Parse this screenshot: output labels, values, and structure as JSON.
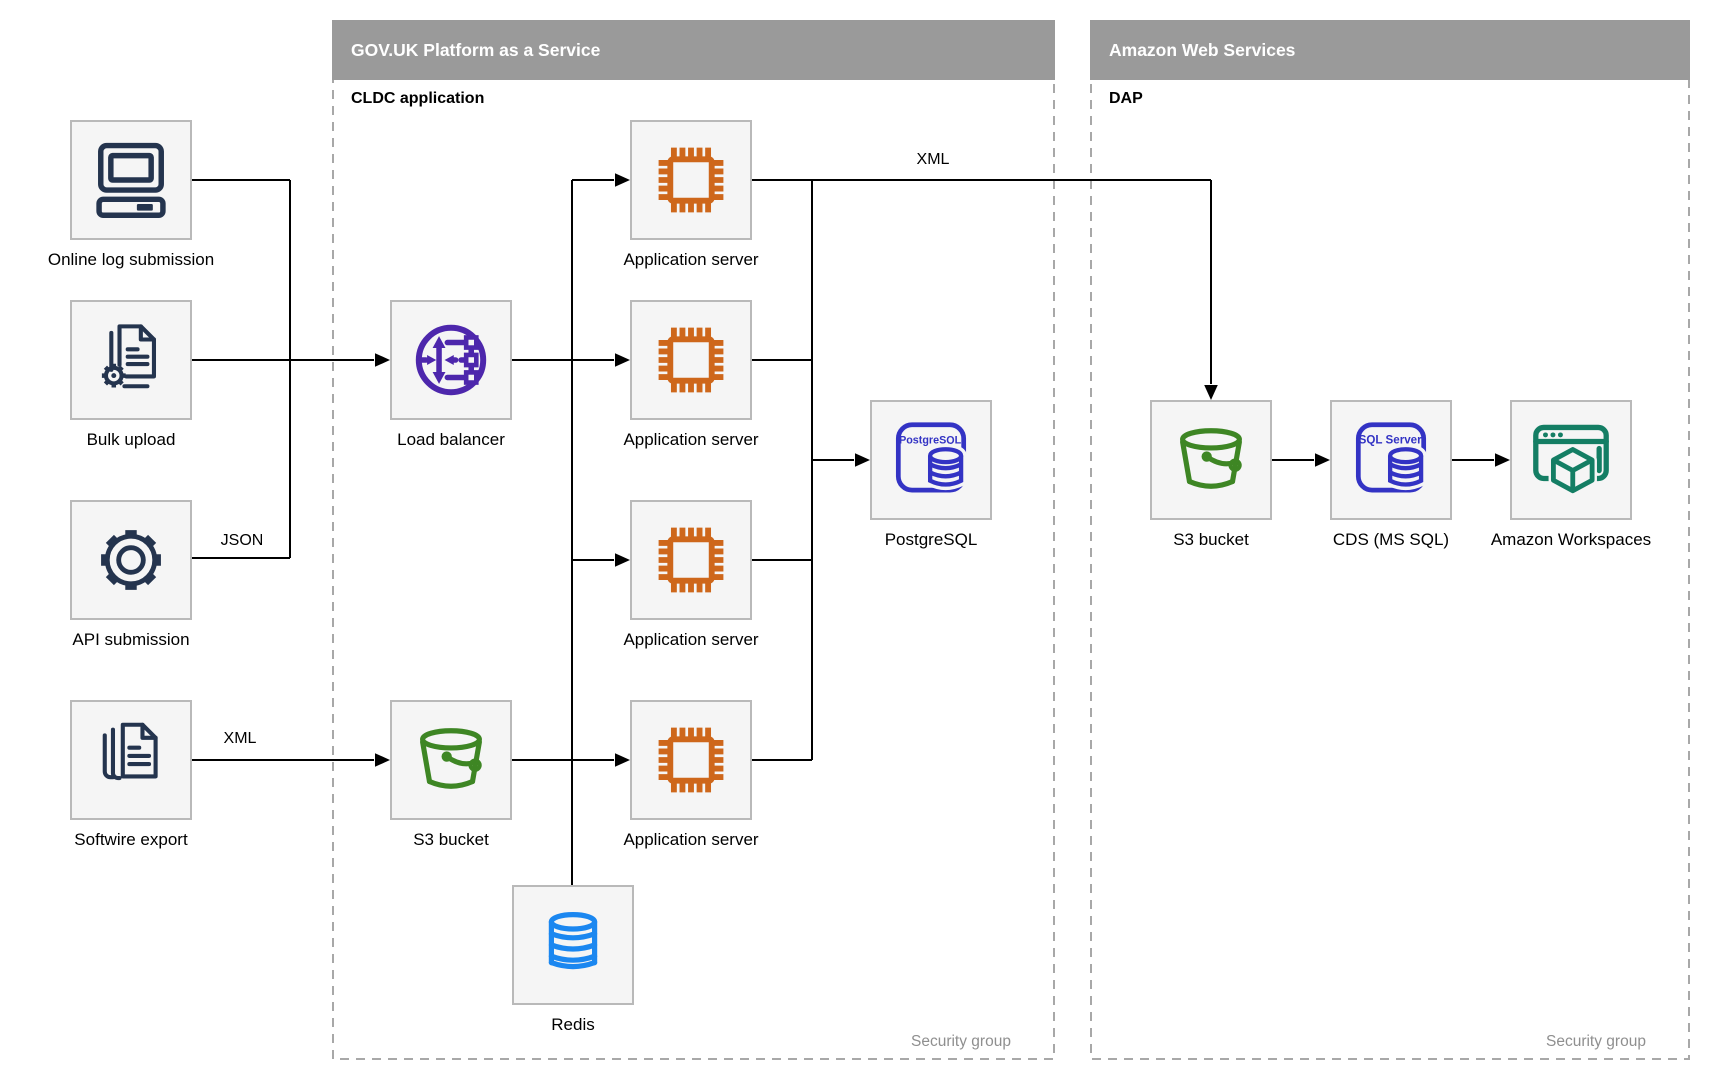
{
  "containers": {
    "paas": {
      "title": "GOV.UK Platform as a Service",
      "sublabel": "CLDC application",
      "footer": "Security group"
    },
    "aws": {
      "title": "Amazon Web Services",
      "sublabel": "DAP",
      "footer": "Security group"
    }
  },
  "nodes": {
    "online_log": {
      "label": "Online log submission",
      "icon": "computer-icon"
    },
    "bulk_upload": {
      "label": "Bulk upload",
      "icon": "document-gear-icon"
    },
    "api_submission": {
      "label": "API submission",
      "icon": "gear-icon"
    },
    "softwire_export": {
      "label": "Softwire export",
      "icon": "documents-stack-icon"
    },
    "load_balancer": {
      "label": "Load balancer",
      "icon": "load-balancer-icon"
    },
    "app_server_1": {
      "label": "Application server",
      "icon": "chip-icon"
    },
    "app_server_2": {
      "label": "Application server",
      "icon": "chip-icon"
    },
    "app_server_3": {
      "label": "Application server",
      "icon": "chip-icon"
    },
    "app_server_4": {
      "label": "Application server",
      "icon": "chip-icon"
    },
    "postgresql": {
      "label": "PostgreSQL",
      "icon": "postgresql-icon",
      "icon_text": "PostgreSQL"
    },
    "s3_paas": {
      "label": "S3 bucket",
      "icon": "bucket-icon"
    },
    "redis": {
      "label": "Redis",
      "icon": "database-icon"
    },
    "s3_aws": {
      "label": "S3 bucket",
      "icon": "bucket-icon"
    },
    "cds": {
      "label": "CDS (MS SQL)",
      "icon": "sql-server-icon",
      "icon_text": "SQL Server"
    },
    "workspaces": {
      "label": "Amazon Workspaces",
      "icon": "workspaces-icon"
    }
  },
  "edge_labels": {
    "json": "JSON",
    "xml_softwire": "XML",
    "xml_aws": "XML"
  },
  "edges": [
    {
      "from": "Online log submission",
      "to": "Load balancer",
      "label": ""
    },
    {
      "from": "Bulk upload",
      "to": "Load balancer",
      "label": ""
    },
    {
      "from": "API submission",
      "to": "Load balancer",
      "label": "JSON"
    },
    {
      "from": "Softwire export",
      "to": "S3 bucket (PaaS)",
      "label": "XML"
    },
    {
      "from": "Load balancer",
      "to": "Application server 1",
      "label": ""
    },
    {
      "from": "Load balancer",
      "to": "Application server 2",
      "label": ""
    },
    {
      "from": "Load balancer",
      "to": "Application server 3",
      "label": ""
    },
    {
      "from": "Load balancer",
      "to": "Application server 4",
      "label": ""
    },
    {
      "from": "S3 bucket (PaaS)",
      "to": "Application server 4",
      "label": ""
    },
    {
      "from": "Load balancer",
      "to": "Redis",
      "label": ""
    },
    {
      "from": "Application server 1",
      "to": "PostgreSQL",
      "label": ""
    },
    {
      "from": "Application server 2",
      "to": "PostgreSQL",
      "label": ""
    },
    {
      "from": "Application server 3",
      "to": "PostgreSQL",
      "label": ""
    },
    {
      "from": "Application server 4",
      "to": "PostgreSQL",
      "label": ""
    },
    {
      "from": "Application server 1",
      "to": "S3 bucket (AWS)",
      "label": "XML"
    },
    {
      "from": "S3 bucket (AWS)",
      "to": "CDS (MS SQL)",
      "label": ""
    },
    {
      "from": "CDS (MS SQL)",
      "to": "Amazon Workspaces",
      "label": ""
    }
  ],
  "colors": {
    "container_bar": "#9A9A9A",
    "container_dash": "#A8A8A8",
    "node_fill": "#F5F5F5",
    "node_border": "#B9B9B9",
    "edge": "#000000",
    "navy_icon": "#24344E",
    "orange_icon": "#CE671B",
    "purple_icon": "#4D27AC",
    "green_icon": "#3E8624",
    "blue_icon": "#1B87F0",
    "indigo_icon": "#3333C4",
    "teal_icon": "#147E64",
    "security_text": "#8F8F8F"
  }
}
